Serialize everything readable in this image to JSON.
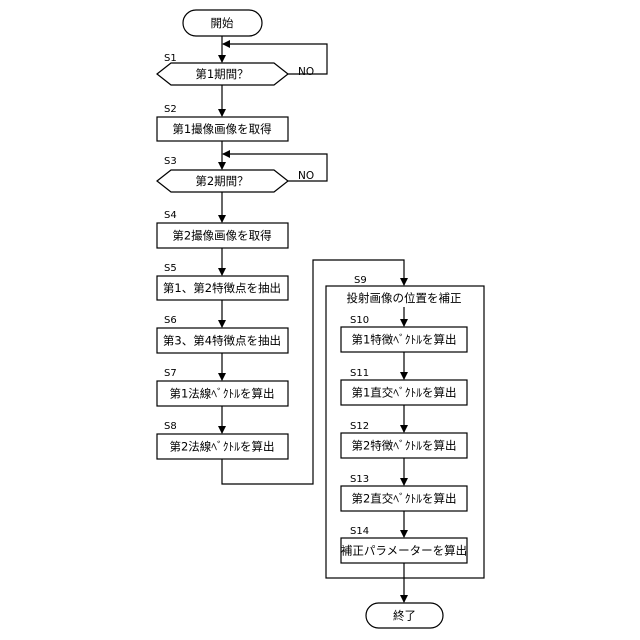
{
  "flowchart": {
    "start": "開始",
    "end": "終了",
    "no_label": "NO",
    "s1": {
      "label": "S1",
      "text": "第1期間？"
    },
    "s2": {
      "label": "S2",
      "text": "第1撮像画像を取得"
    },
    "s3": {
      "label": "S3",
      "text": "第2期間？"
    },
    "s4": {
      "label": "S4",
      "text": "第2撮像画像を取得"
    },
    "s5": {
      "label": "S5",
      "text": "第1、第2特徴点を抽出"
    },
    "s6": {
      "label": "S6",
      "text": "第3、第4特徴点を抽出"
    },
    "s7": {
      "label": "S7",
      "text": "第1法線ﾍﾞｸﾄﾙを算出"
    },
    "s8": {
      "label": "S8",
      "text": "第2法線ﾍﾞｸﾄﾙを算出"
    },
    "s9": {
      "label": "S9",
      "text": "投射画像の位置を補正"
    },
    "s10": {
      "label": "S10",
      "text": "第1特徴ﾍﾞｸﾄﾙを算出"
    },
    "s11": {
      "label": "S11",
      "text": "第1直交ﾍﾞｸﾄﾙを算出"
    },
    "s12": {
      "label": "S12",
      "text": "第2特徴ﾍﾞｸﾄﾙを算出"
    },
    "s13": {
      "label": "S13",
      "text": "第2直交ﾍﾞｸﾄﾙを算出"
    },
    "s14": {
      "label": "S14",
      "text": "補正パラメーターを算出"
    }
  }
}
